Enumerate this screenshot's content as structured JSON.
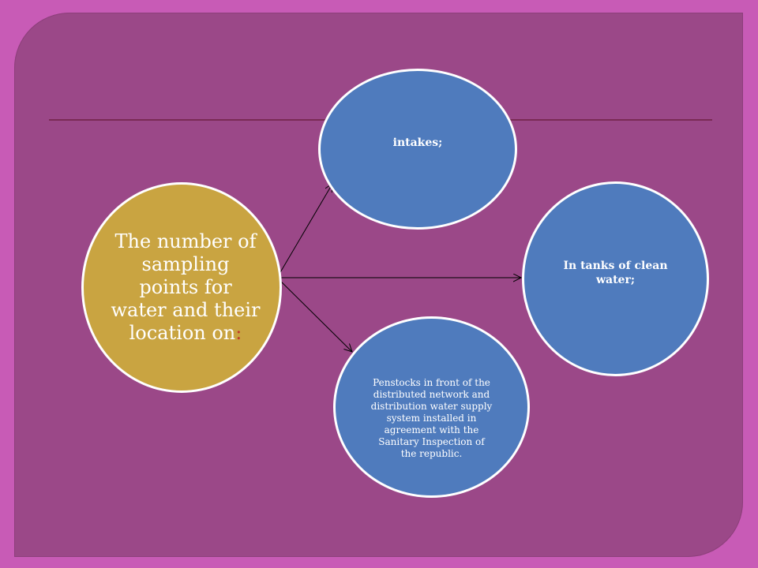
{
  "diagram": {
    "center": {
      "text": "The number of sampling points for water and their location on",
      "suffix": ":"
    },
    "nodes": [
      {
        "id": "intakes",
        "text": "intakes;"
      },
      {
        "id": "tanks",
        "text": "In tanks of clean water;"
      },
      {
        "id": "penstocks",
        "text": "Penstocks in front of the distributed network and distribution water supply system installed in agreement with the Sanitary Inspection of the republic."
      }
    ]
  },
  "colors": {
    "background": "#c85bb6",
    "panel": "#9b4888",
    "center_fill": "#c9a441",
    "node_fill": "#4f7bbd",
    "colon_accent": "#c0392b"
  }
}
